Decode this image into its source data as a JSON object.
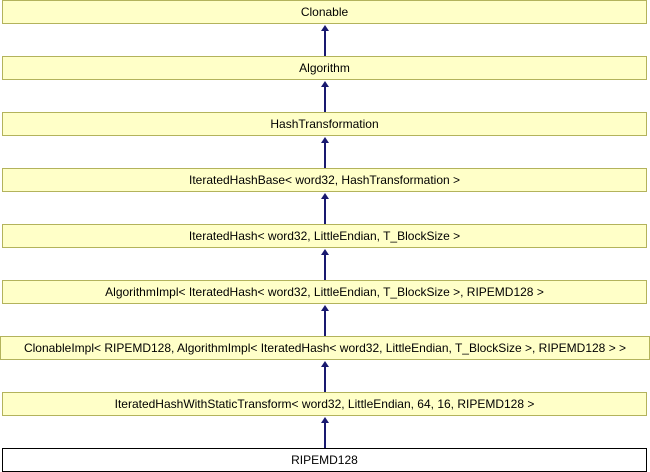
{
  "diagram": {
    "kind": "class-inheritance-diagram",
    "root_class": "RIPEMD128",
    "colors": {
      "node_fill": "#FFFFC8",
      "node_border": "#B3B35C",
      "current_fill": "#FFFFFF",
      "current_border": "#000000",
      "arrow": "#191970",
      "text": "#000000",
      "background": "#FFFFFF"
    },
    "nodes": [
      {
        "id": "clonable",
        "label": "Clonable",
        "current": false,
        "full_width": false
      },
      {
        "id": "algorithm",
        "label": "Algorithm",
        "current": false,
        "full_width": false
      },
      {
        "id": "hash-transformation",
        "label": "HashTransformation",
        "current": false,
        "full_width": false
      },
      {
        "id": "iterated-hash-base",
        "label": "IteratedHashBase< word32, HashTransformation >",
        "current": false,
        "full_width": false
      },
      {
        "id": "iterated-hash",
        "label": "IteratedHash< word32, LittleEndian, T_BlockSize >",
        "current": false,
        "full_width": false
      },
      {
        "id": "algorithm-impl",
        "label": "AlgorithmImpl< IteratedHash< word32, LittleEndian, T_BlockSize >, RIPEMD128 >",
        "current": false,
        "full_width": false
      },
      {
        "id": "clonable-impl",
        "label": "ClonableImpl< RIPEMD128, AlgorithmImpl< IteratedHash< word32, LittleEndian, T_BlockSize >, RIPEMD128 > >",
        "current": false,
        "full_width": true
      },
      {
        "id": "iterated-hash-with-static-transform",
        "label": "IteratedHashWithStaticTransform< word32, LittleEndian, 64, 16, RIPEMD128 >",
        "current": false,
        "full_width": false
      },
      {
        "id": "ripemd128",
        "label": "RIPEMD128",
        "current": true,
        "full_width": false
      }
    ],
    "arrows": [
      {
        "from": "algorithm",
        "to": "clonable"
      },
      {
        "from": "hash-transformation",
        "to": "algorithm"
      },
      {
        "from": "iterated-hash-base",
        "to": "hash-transformation"
      },
      {
        "from": "iterated-hash",
        "to": "iterated-hash-base"
      },
      {
        "from": "algorithm-impl",
        "to": "iterated-hash"
      },
      {
        "from": "clonable-impl",
        "to": "algorithm-impl"
      },
      {
        "from": "iterated-hash-with-static-transform",
        "to": "clonable-impl"
      },
      {
        "from": "ripemd128",
        "to": "iterated-hash-with-static-transform"
      }
    ]
  }
}
